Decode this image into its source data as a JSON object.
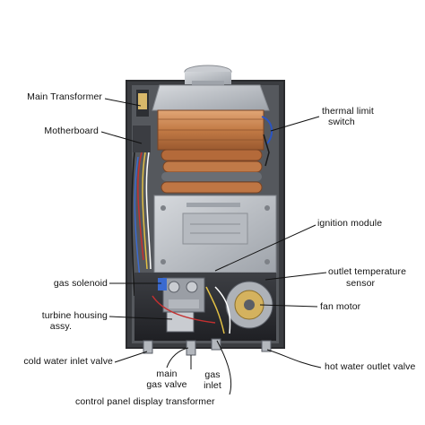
{
  "labels": {
    "main_transformer": "Main Transformer",
    "motherboard": "Motherboard",
    "thermal_limit_switch_1": "thermal limit",
    "thermal_limit_switch_2": "switch",
    "ignition_module": "ignition module",
    "outlet_temp_sensor_1": "outlet temperature",
    "outlet_temp_sensor_2": "sensor",
    "gas_solenoid": "gas solenoid",
    "fan_motor": "fan motor",
    "turbine_housing_1": "turbine housing",
    "turbine_housing_2": "assy.",
    "cold_water_inlet_valve": "cold water inlet valve",
    "hot_water_outlet_valve": "hot water outlet valve",
    "main_gas_valve_1": "main",
    "main_gas_valve_2": "gas valve",
    "gas_inlet_1": "gas",
    "gas_inlet_2": "inlet",
    "control_panel_transformer": "control panel display transformer"
  },
  "colors": {
    "copper": "#c9854f",
    "steel": "#b8bcc2",
    "frame": "#5a5e66",
    "leader": "#111111"
  }
}
